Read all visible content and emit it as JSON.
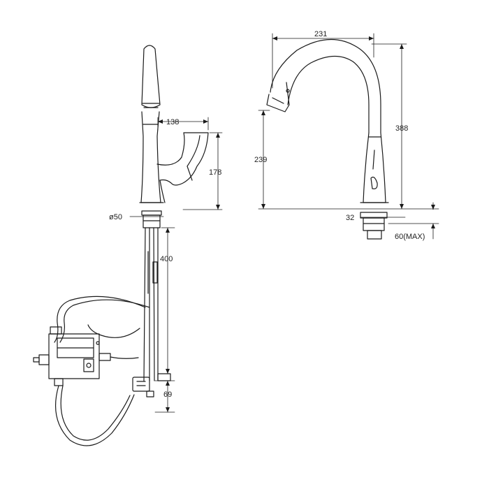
{
  "drawing": {
    "side_view": {
      "handle_reach": "138",
      "handle_height": "178",
      "base_diameter": "ø50",
      "hose_length": "400",
      "bottom_offset": "69"
    },
    "front_view": {
      "spout_reach": "231",
      "total_height": "388",
      "spout_height": "239",
      "base_shank": "32",
      "deck_thickness": "60(MAX)"
    }
  },
  "colors": {
    "line": "#1a1a1a",
    "background": "#ffffff"
  }
}
